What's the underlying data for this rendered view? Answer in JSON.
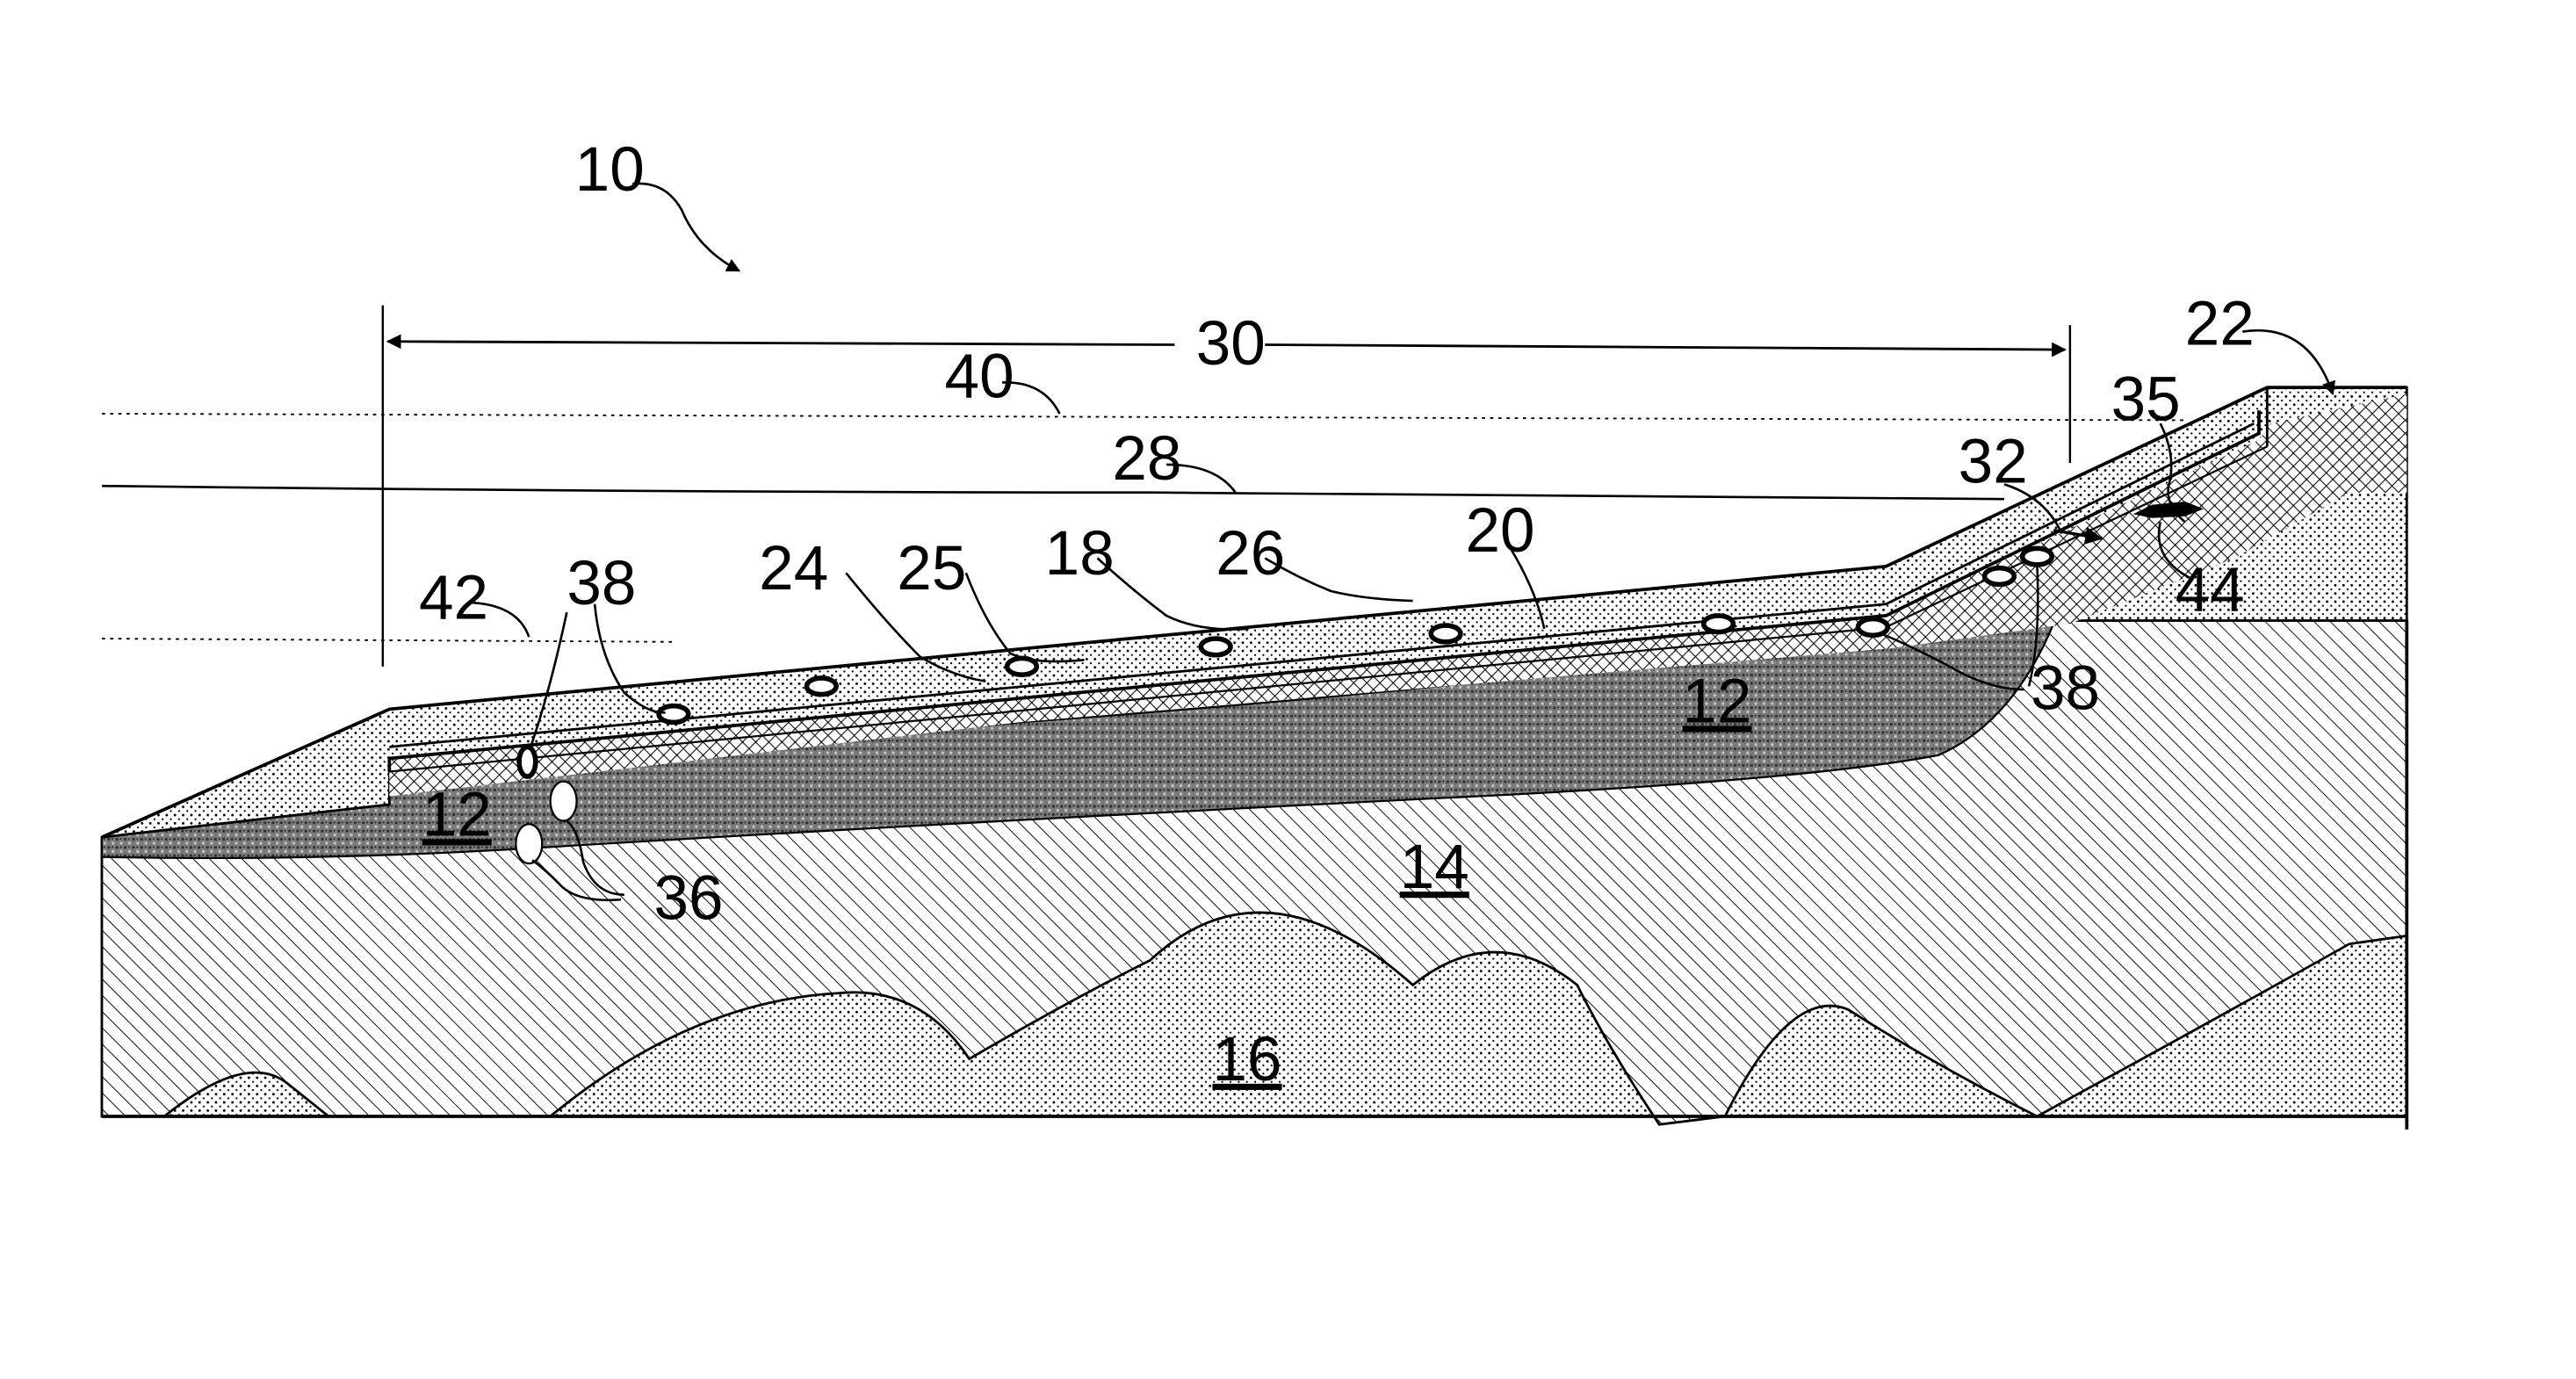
{
  "figure": {
    "colors": {
      "ink": "#000000",
      "paper": "#ffffff"
    },
    "labels": {
      "l10": "10",
      "l30": "30",
      "l40": "40",
      "l28": "28",
      "l22": "22",
      "l35": "35",
      "l32": "32",
      "l44": "44",
      "l42": "42",
      "l38a": "38",
      "l24": "24",
      "l25": "25",
      "l18": "18",
      "l26": "26",
      "l20": "20",
      "l12a": "12",
      "l38b": "38",
      "l12b": "12",
      "l14": "14",
      "l36": "36",
      "l16": "16"
    }
  }
}
